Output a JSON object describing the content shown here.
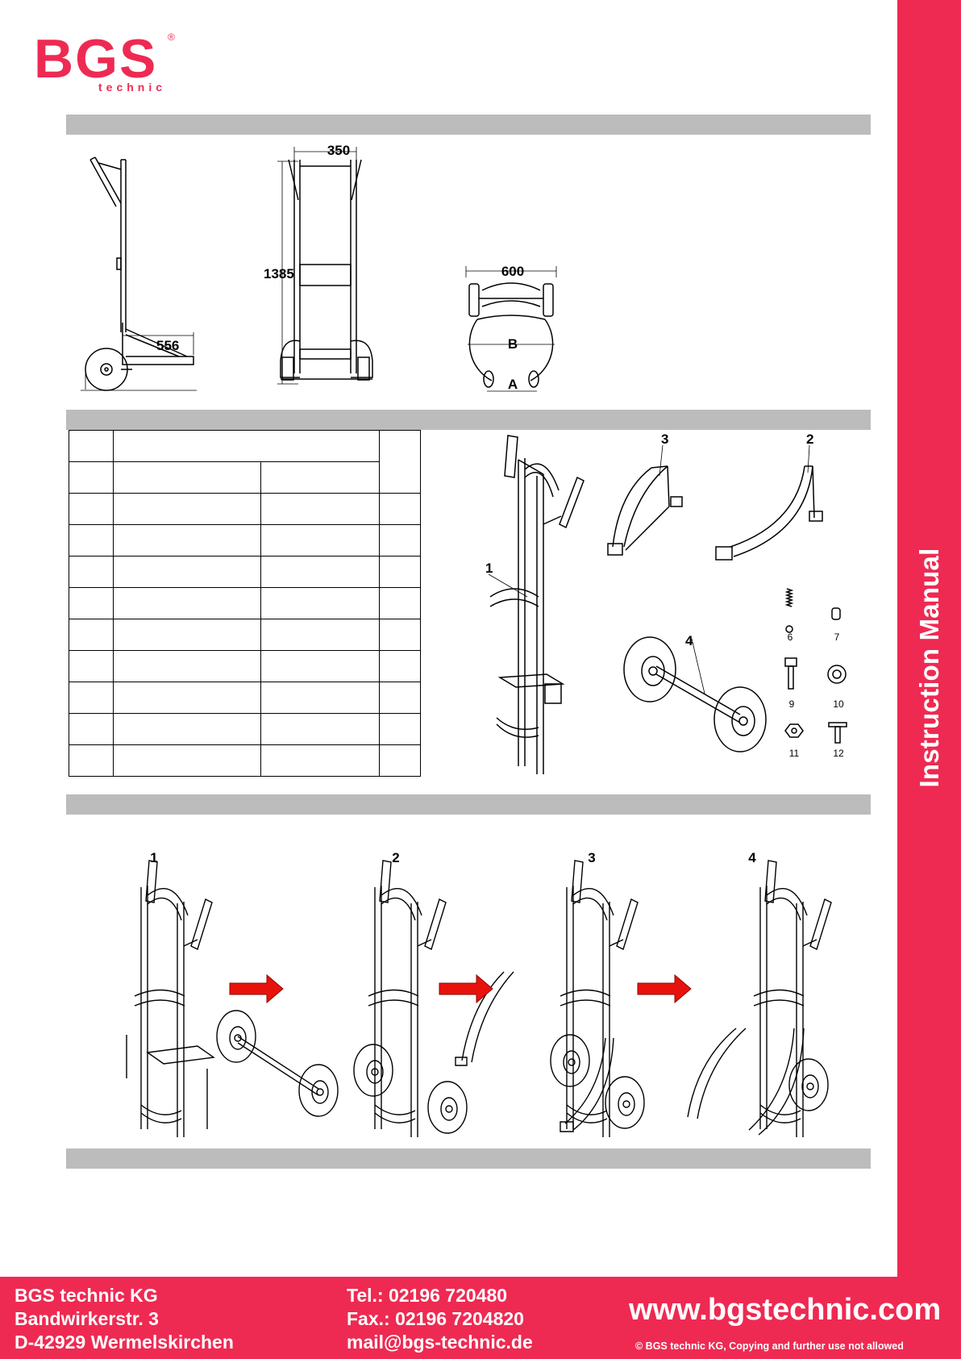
{
  "brand": {
    "logo_text": "BGS",
    "logo_sub": "technic",
    "logo_mark": "®",
    "color": "#ee2a52"
  },
  "sidebar": {
    "title": "Instruction Manual"
  },
  "dimensions": {
    "depth": "556",
    "width": "350",
    "height": "1385",
    "wheel_track": "600",
    "label_a": "A",
    "label_b": "B"
  },
  "exploded_view": {
    "callouts": [
      "1",
      "2",
      "3",
      "4"
    ],
    "small_parts": [
      "6",
      "7",
      "9",
      "10",
      "11",
      "12"
    ]
  },
  "assembly_steps": [
    "1",
    "2",
    "3",
    "4"
  ],
  "footer": {
    "company": "BGS technic KG",
    "street": "Bandwirkerstr. 3",
    "city": "D-42929 Wermelskirchen",
    "tel": "Tel.: 02196 720480",
    "fax": "Fax.: 02196 7204820",
    "mail": "mail@bgs-technic.de",
    "website": "www.bgstechnic.com",
    "copyright": "© BGS technic KG, Copying and further use not allowed"
  },
  "colors": {
    "accent": "#ee2a52",
    "section_bar": "#bcbcbc",
    "arrow": "#e8120c"
  },
  "icons": {
    "step_arrow": "right-arrow-icon"
  }
}
